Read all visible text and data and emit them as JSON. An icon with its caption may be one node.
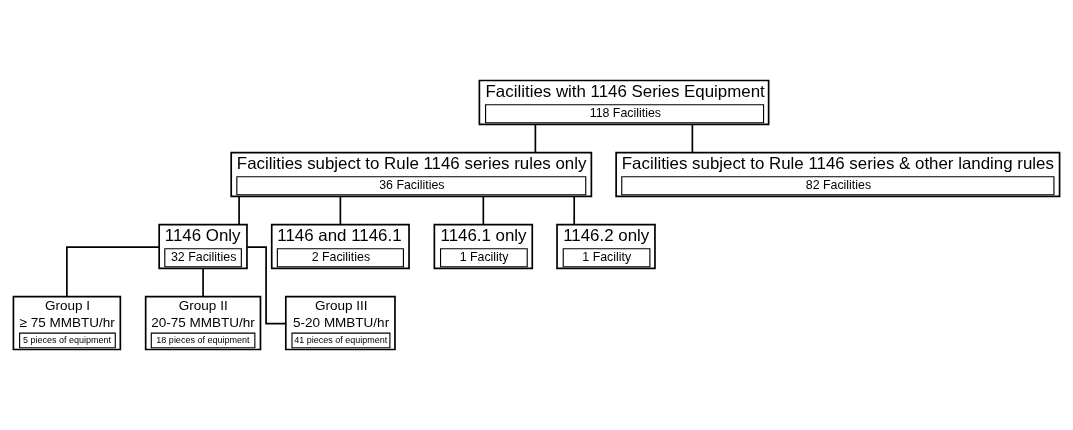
{
  "diagram": {
    "nodes": [
      {
        "text": [
          "Facilities with 1146 Series Equipment",
          "118 Facilities"
        ]
      },
      {
        "text": [
          "Facilities subject to Rule 1146 series rules only",
          "36 Facilities"
        ]
      },
      {
        "text": [
          "Facilities subject to Rule 1146 series & other landing rules",
          "82 Facilities"
        ]
      },
      {
        "text": [
          "1146 Only",
          "32 Facilities"
        ]
      },
      {
        "text": [
          "1146 and 1146.1",
          "2 Facilities"
        ]
      },
      {
        "text": [
          "1146.1 only",
          "1 Facility"
        ]
      },
      {
        "text": [
          "1146.2 only",
          "1 Facility"
        ]
      },
      {
        "text": [
          "Group I",
          "≥ 75 MMBTU/hr",
          "5 pieces of equipment"
        ]
      },
      {
        "text": [
          "Group II",
          "20-75 MMBTU/hr",
          "18 pieces of equipment"
        ]
      },
      {
        "text": [
          "Group III",
          "5-20 MMBTU/hr",
          "41 pieces of equipment"
        ]
      }
    ],
    "edges": [
      {
        "from": 0,
        "to": 1,
        "arrow": "none"
      },
      {
        "from": 0,
        "to": 2,
        "arrow": "none"
      },
      {
        "from": 1,
        "to": 3,
        "arrow": "none"
      },
      {
        "from": 1,
        "to": 4,
        "arrow": "none"
      },
      {
        "from": 1,
        "to": 5,
        "arrow": "none"
      },
      {
        "from": 1,
        "to": 6,
        "arrow": "none"
      },
      {
        "from": 3,
        "to": 7,
        "arrow": "none"
      },
      {
        "from": 3,
        "to": 8,
        "arrow": "none"
      },
      {
        "from": 3,
        "to": 9,
        "arrow": "none"
      }
    ]
  }
}
